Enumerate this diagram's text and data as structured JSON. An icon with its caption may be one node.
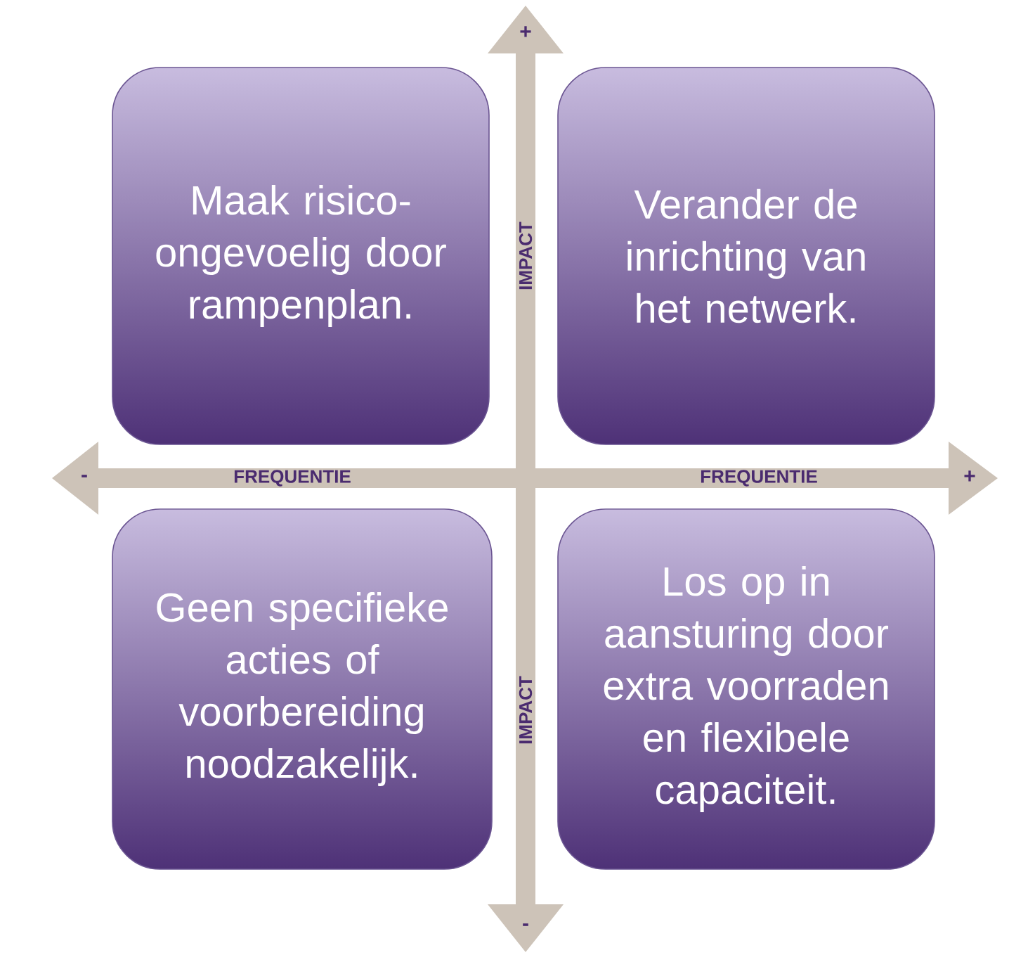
{
  "diagram": {
    "nodes": [
      {
        "text": [
          "Maak risico- ongevoelig door rampenplan."
        ]
      },
      {
        "text": [
          "Verander de inrichting van het netwerk."
        ]
      },
      {
        "text": [
          "Geen specifieke acties of voorbereiding noodzakelijk."
        ]
      },
      {
        "text": [
          "Los op in aansturing door extra voorraden en flexibele capaciteit."
        ]
      }
    ],
    "labels": [
      "+",
      "IMPACT",
      "-",
      "FREQUENTIE",
      "FREQUENTIE",
      "+",
      "IMPACT",
      "-"
    ]
  }
}
